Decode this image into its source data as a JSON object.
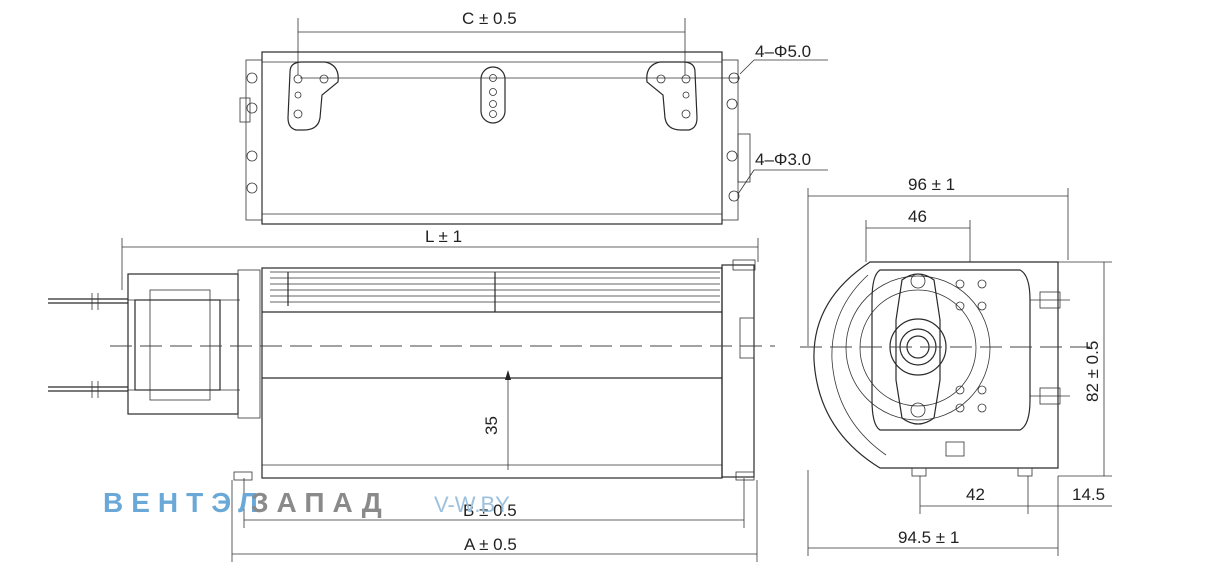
{
  "dimensions": {
    "c": "C ± 0.5",
    "holes_5": "4–Φ5.0",
    "holes_3": "4–Φ3.0",
    "l": "L ± 1",
    "h35": "35",
    "b": "B ± 0.5",
    "a": "A ± 0.5",
    "w96": "96 ± 1",
    "w46": "46",
    "h82": "82 ± 0.5",
    "w42": "42",
    "w14": "14.5",
    "w94": "94.5 ± 1"
  },
  "watermark": {
    "brand_part1": "ВЕНТЭЛ",
    "brand_part2": "ЗАПАД",
    "site": "V-W.BY"
  }
}
